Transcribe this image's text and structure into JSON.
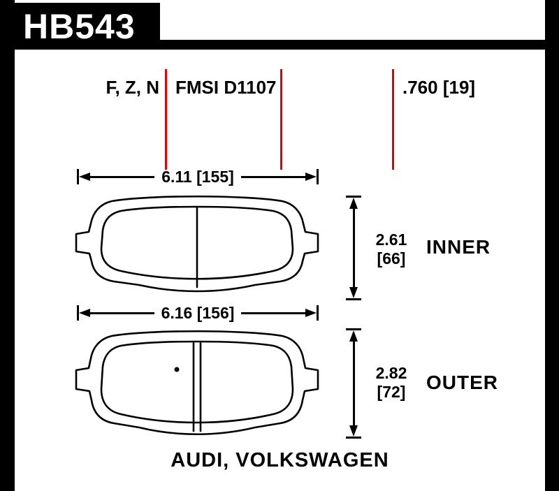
{
  "header": {
    "part_code": "HB543"
  },
  "specs": {
    "compounds": "F, Z, N",
    "fmsi": "FMSI D1107",
    "thickness": ".760 [19]"
  },
  "inner_pad": {
    "label": "INNER",
    "width_dim": "6.11 [155]",
    "height_in": "2.61",
    "height_mm": "[66]"
  },
  "outer_pad": {
    "label": "OUTER",
    "width_dim": "6.16 [156]",
    "height_in": "2.82",
    "height_mm": "[72]"
  },
  "footer": {
    "vehicles": "AUDI, VOLKSWAGEN"
  },
  "colors": {
    "red_line": "#e80000",
    "ink": "#000000"
  }
}
